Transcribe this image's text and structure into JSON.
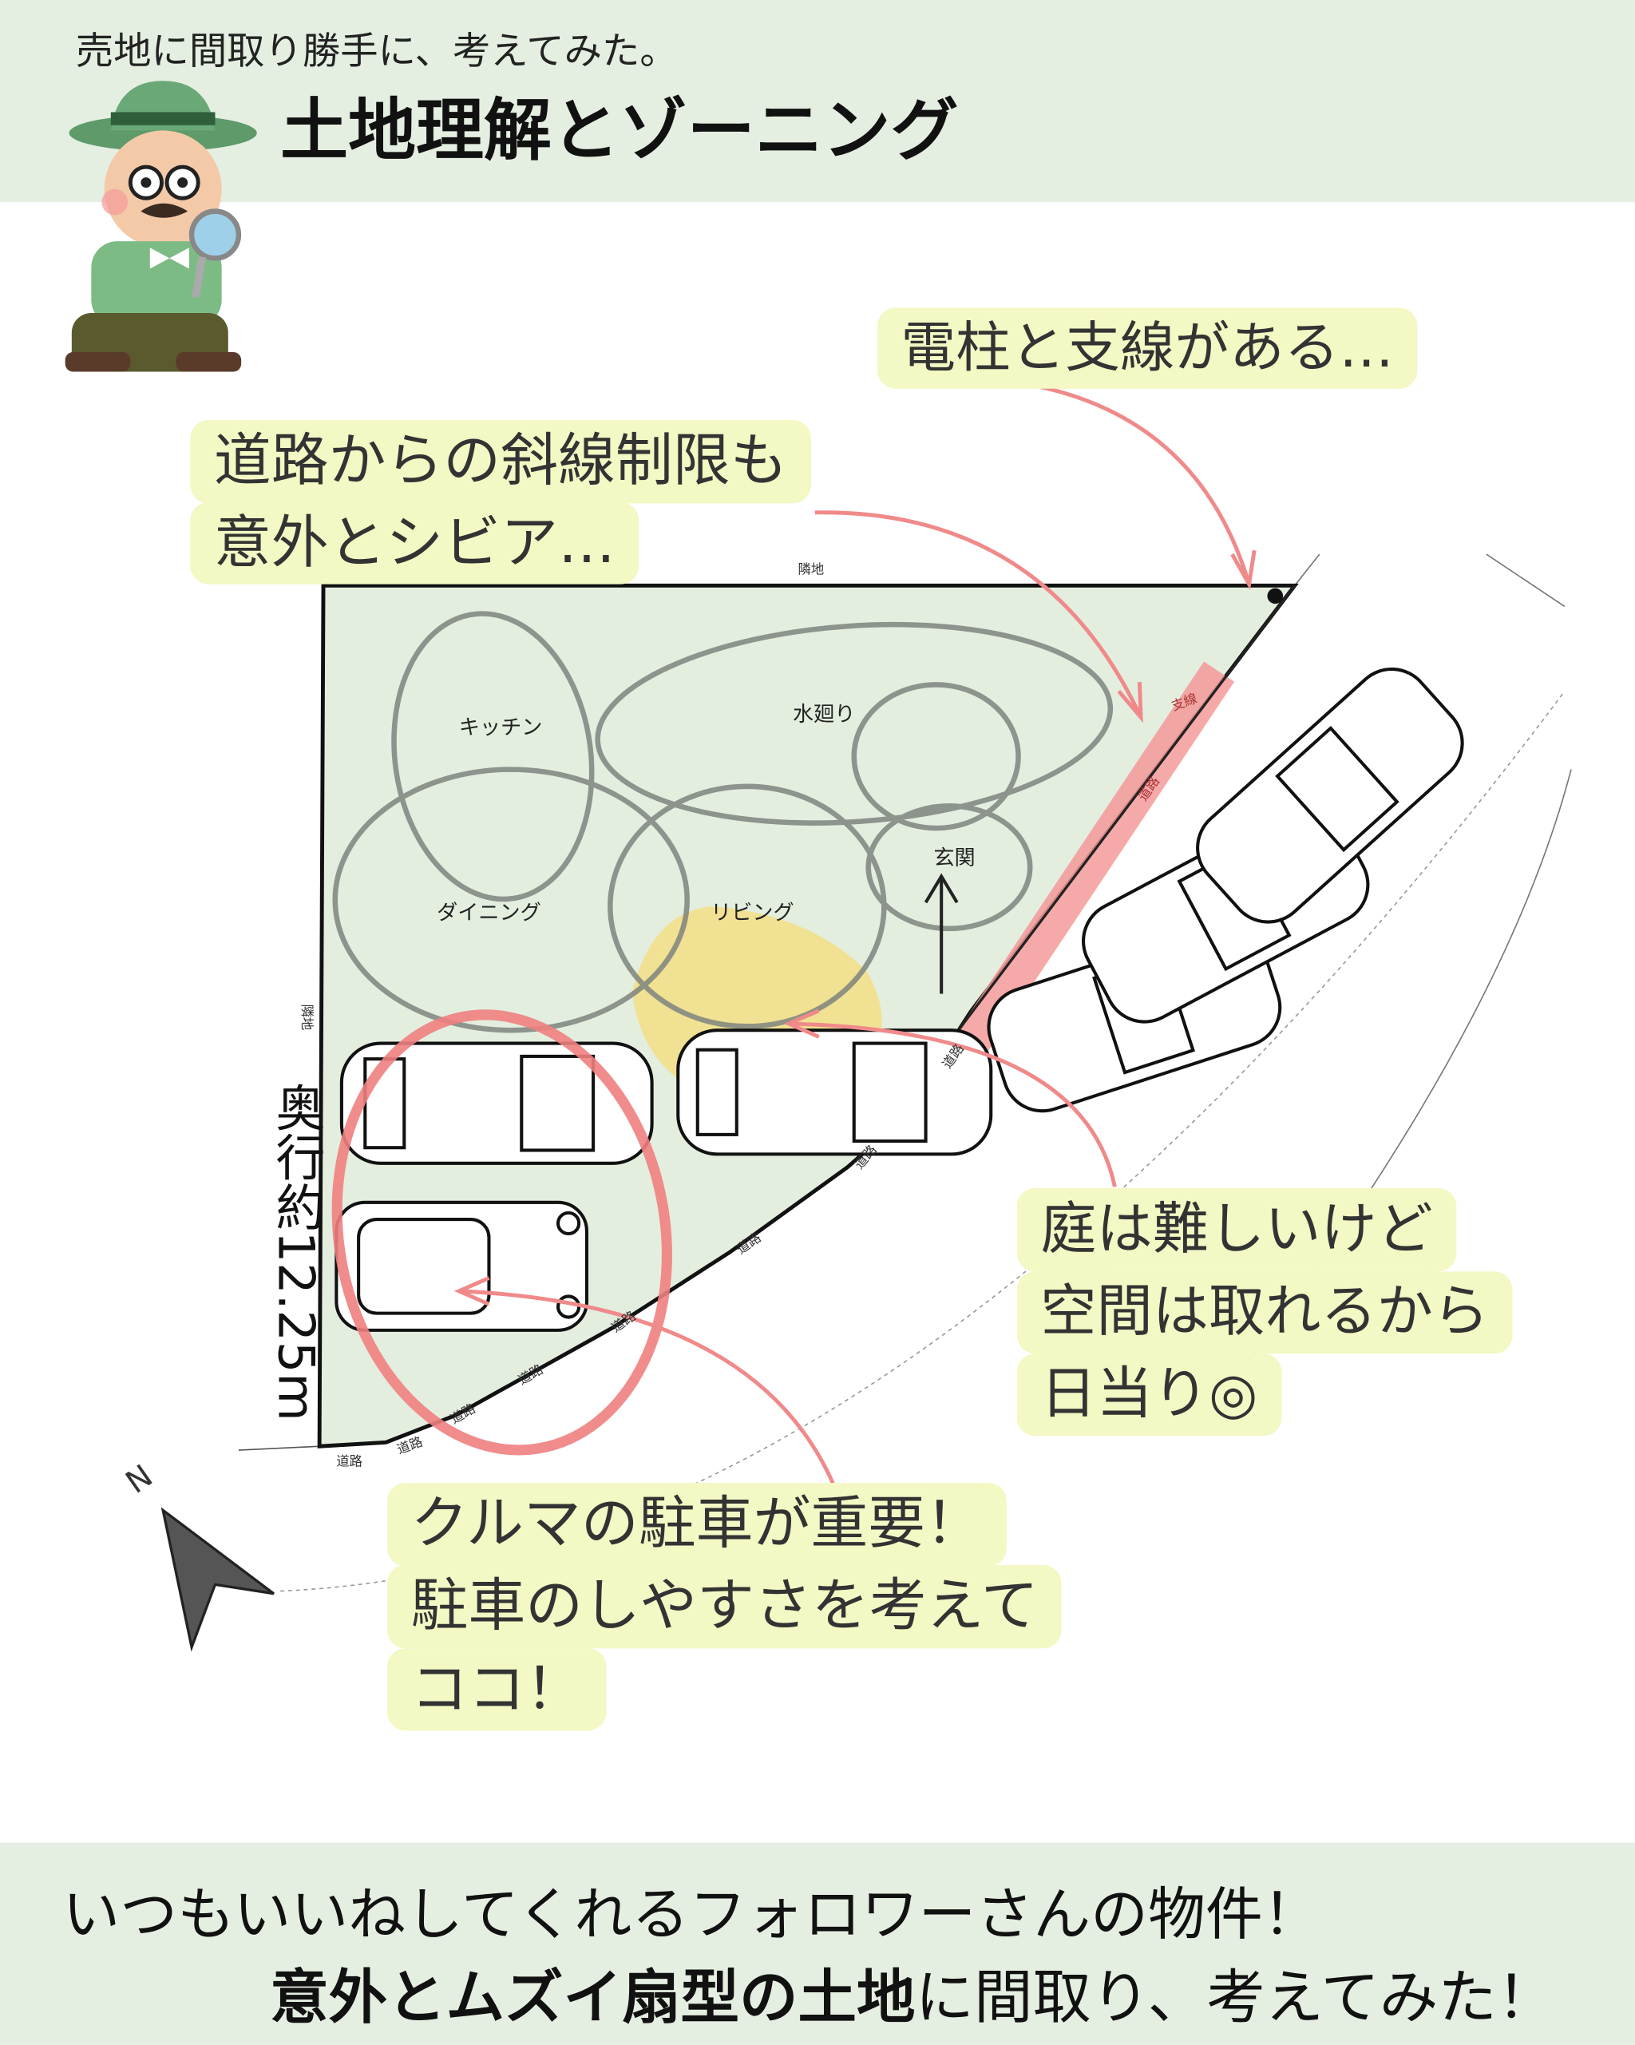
{
  "header": {
    "subtitle": "売地に間取り勝手に、考えてみた。",
    "title": "土地理解とゾーニング"
  },
  "callouts": {
    "pole": "電柱と支線がある…",
    "setback_line1": "道路からの斜線制限も",
    "setback_line2": "意外とシビア…",
    "garden_line1": "庭は難しいけど",
    "garden_line2": "空間は取れるから",
    "garden_line3": "日当り◎",
    "parking_line1": "クルマの駐車が重要！",
    "parking_line2": "駐車のしやすさを考えて",
    "parking_line3": "ココ！"
  },
  "rooms": {
    "kitchen": "キッチン",
    "water": "水廻り",
    "dining": "ダイニング",
    "living": "リビング",
    "entrance": "玄関"
  },
  "site": {
    "neighbor_top": "隣地",
    "neighbor_left": "隣地",
    "guy_wire": "支線",
    "road": "道路",
    "depth": "奥行約12.25m",
    "north": "N"
  },
  "footer": {
    "line1": "いつもいいねしてくれるフォロワーさんの物件！",
    "line2_bold": "意外とムズイ扇型の土地",
    "line2_rest": "に間取り、考えてみた！"
  },
  "colors": {
    "band": "#e4efe1",
    "lot": "#e3eedf",
    "bubble": "#f3f8c4",
    "accent_red": "#f07f7f",
    "highlight_yellow": "#f6dc7a"
  }
}
